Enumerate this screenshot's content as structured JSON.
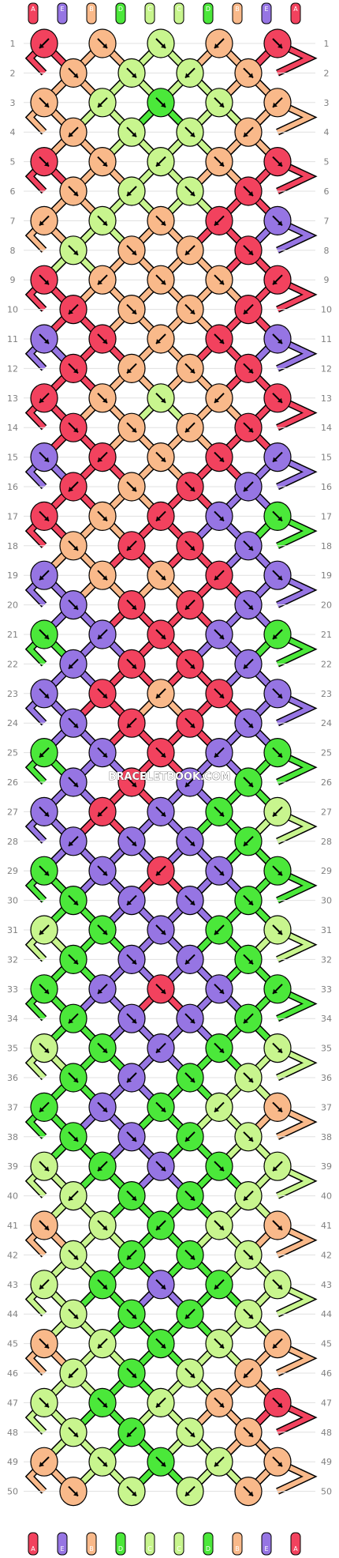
{
  "app": {
    "watermark": "BRACELETBOOK.COM"
  },
  "pattern": {
    "rows": 50,
    "knots_per_row_odd": 5,
    "knots_per_row_even": 4,
    "string_labels_top": [
      "A",
      "E",
      "B",
      "D",
      "C",
      "C",
      "D",
      "B",
      "E",
      "A"
    ],
    "string_labels_bottom": [
      "A",
      "E",
      "B",
      "D",
      "C",
      "C",
      "D",
      "B",
      "E",
      "A"
    ],
    "colors": {
      "A": "#f2425e",
      "B": "#f9b98a",
      "C": "#c8f58e",
      "D": "#4be83a",
      "E": "#9675e3"
    },
    "knot_rows": [
      [
        "A",
        "B",
        "C",
        "B",
        "A"
      ],
      [
        "B",
        "C",
        "C",
        "B"
      ],
      [
        "B",
        "C",
        "D",
        "C",
        "B"
      ],
      [
        "B",
        "C",
        "C",
        "B"
      ],
      [
        "A",
        "B",
        "C",
        "B",
        "A"
      ],
      [
        "B",
        "C",
        "C",
        "A"
      ],
      [
        "B",
        "C",
        "B",
        "A",
        "E"
      ],
      [
        "C",
        "B",
        "B",
        "A"
      ],
      [
        "A",
        "B",
        "B",
        "B",
        "A"
      ],
      [
        "A",
        "B",
        "B",
        "A"
      ],
      [
        "E",
        "A",
        "B",
        "A",
        "E"
      ],
      [
        "A",
        "B",
        "B",
        "A"
      ],
      [
        "A",
        "B",
        "C",
        "B",
        "A"
      ],
      [
        "A",
        "B",
        "B",
        "A"
      ],
      [
        "E",
        "A",
        "B",
        "A",
        "E"
      ],
      [
        "A",
        "B",
        "A",
        "E"
      ],
      [
        "A",
        "B",
        "A",
        "E",
        "D"
      ],
      [
        "B",
        "A",
        "A",
        "E"
      ],
      [
        "E",
        "B",
        "B",
        "A",
        "E"
      ],
      [
        "E",
        "A",
        "A",
        "E"
      ],
      [
        "D",
        "E",
        "A",
        "E",
        "D"
      ],
      [
        "E",
        "A",
        "A",
        "E"
      ],
      [
        "E",
        "A",
        "B",
        "A",
        "E"
      ],
      [
        "E",
        "A",
        "A",
        "E"
      ],
      [
        "D",
        "E",
        "A",
        "E",
        "D"
      ],
      [
        "E",
        "A",
        "E",
        "D"
      ],
      [
        "E",
        "A",
        "E",
        "D",
        "C"
      ],
      [
        "E",
        "E",
        "E",
        "D"
      ],
      [
        "D",
        "E",
        "A",
        "E",
        "D"
      ],
      [
        "D",
        "E",
        "E",
        "D"
      ],
      [
        "C",
        "D",
        "E",
        "D",
        "C"
      ],
      [
        "D",
        "E",
        "E",
        "D"
      ],
      [
        "D",
        "E",
        "A",
        "E",
        "D"
      ],
      [
        "D",
        "E",
        "E",
        "D"
      ],
      [
        "C",
        "D",
        "E",
        "D",
        "C"
      ],
      [
        "D",
        "E",
        "D",
        "C"
      ],
      [
        "D",
        "E",
        "D",
        "C",
        "B"
      ],
      [
        "D",
        "E",
        "D",
        "C"
      ],
      [
        "C",
        "D",
        "E",
        "D",
        "C"
      ],
      [
        "C",
        "D",
        "D",
        "C"
      ],
      [
        "B",
        "C",
        "D",
        "C",
        "B"
      ],
      [
        "C",
        "D",
        "D",
        "C"
      ],
      [
        "C",
        "D",
        "E",
        "D",
        "C"
      ],
      [
        "C",
        "D",
        "D",
        "C"
      ],
      [
        "B",
        "C",
        "D",
        "C",
        "B"
      ],
      [
        "C",
        "D",
        "C",
        "B"
      ],
      [
        "C",
        "D",
        "C",
        "B",
        "A"
      ],
      [
        "C",
        "D",
        "C",
        "B"
      ],
      [
        "B",
        "C",
        "D",
        "C",
        "B"
      ],
      [
        "B",
        "C",
        "C",
        "B"
      ]
    ]
  }
}
